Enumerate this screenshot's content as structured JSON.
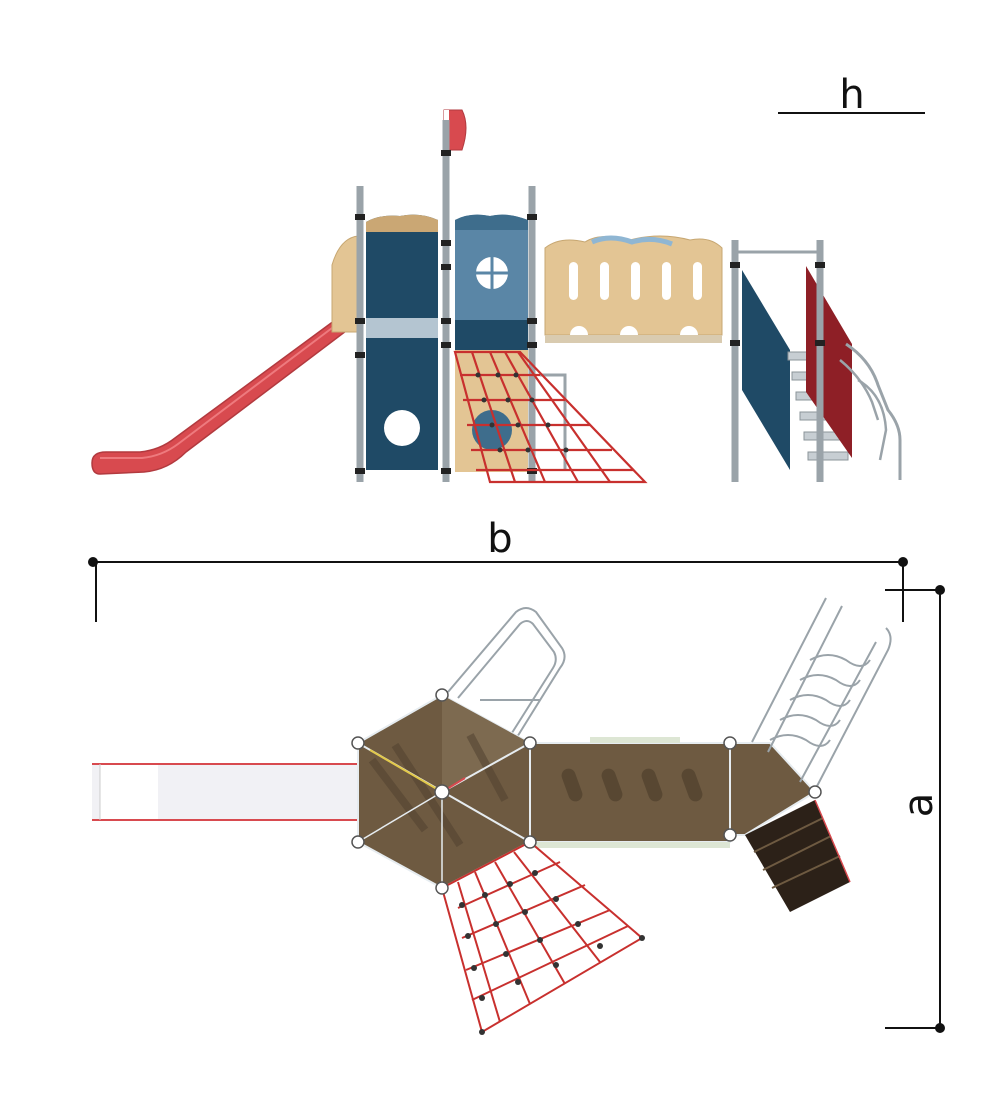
{
  "dimensions": {
    "height_label": "h",
    "width_label": "b",
    "depth_label": "a"
  },
  "colors": {
    "slide_red": "#d84a4f",
    "navy_panel": "#1f4a66",
    "steel_blue_panel": "#5a86a6",
    "sand_panel": "#e3c594",
    "dark_red_panel": "#8e1f26",
    "post_grey": "#9aa3a9",
    "net_red": "#c8302e",
    "deck_brown": "#6e5a41",
    "step_dark": "#2c2118",
    "dimension_line": "#111111"
  }
}
